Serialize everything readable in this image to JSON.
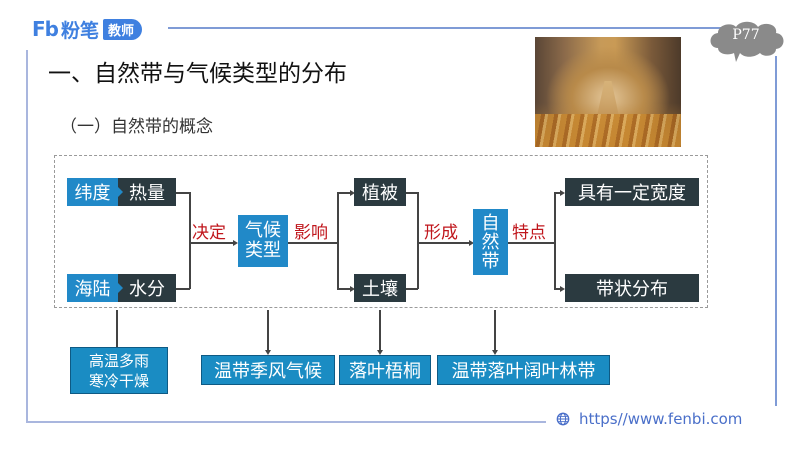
{
  "header": {
    "logo_mark": "Fb",
    "logo_name": "粉笔",
    "logo_badge": "教师",
    "page_tag": "P77"
  },
  "title": "一、自然带与气候类型的分布",
  "subtitle": "（一）自然带的概念",
  "diagram": {
    "factors": [
      {
        "source": "纬度",
        "effect": "热量"
      },
      {
        "source": "海陆",
        "effect": "水分"
      }
    ],
    "label_determine": "决定",
    "climate_type": [
      "气候",
      "类型"
    ],
    "label_influence": "影响",
    "elements": [
      "植被",
      "土壤"
    ],
    "label_form": "形成",
    "natural_zone": [
      "自",
      "然",
      "带"
    ],
    "label_feature": "特点",
    "features": [
      "具有一定宽度",
      "带状分布"
    ]
  },
  "examples": {
    "climate_conditions": [
      "高温多雨",
      "寒冷干燥"
    ],
    "climate_example": "温带季风气候",
    "vegetation_example": "落叶梧桐",
    "zone_example": "温带落叶阔叶林带"
  },
  "footer": {
    "url": "https//www.fenbi.com"
  },
  "colors": {
    "brand_blue": "#3f80e0",
    "box_blue": "#2189c8",
    "box_dark": "#2b3a40",
    "relation_red": "#c0161c",
    "frame_blue": "#7f9bd6"
  }
}
